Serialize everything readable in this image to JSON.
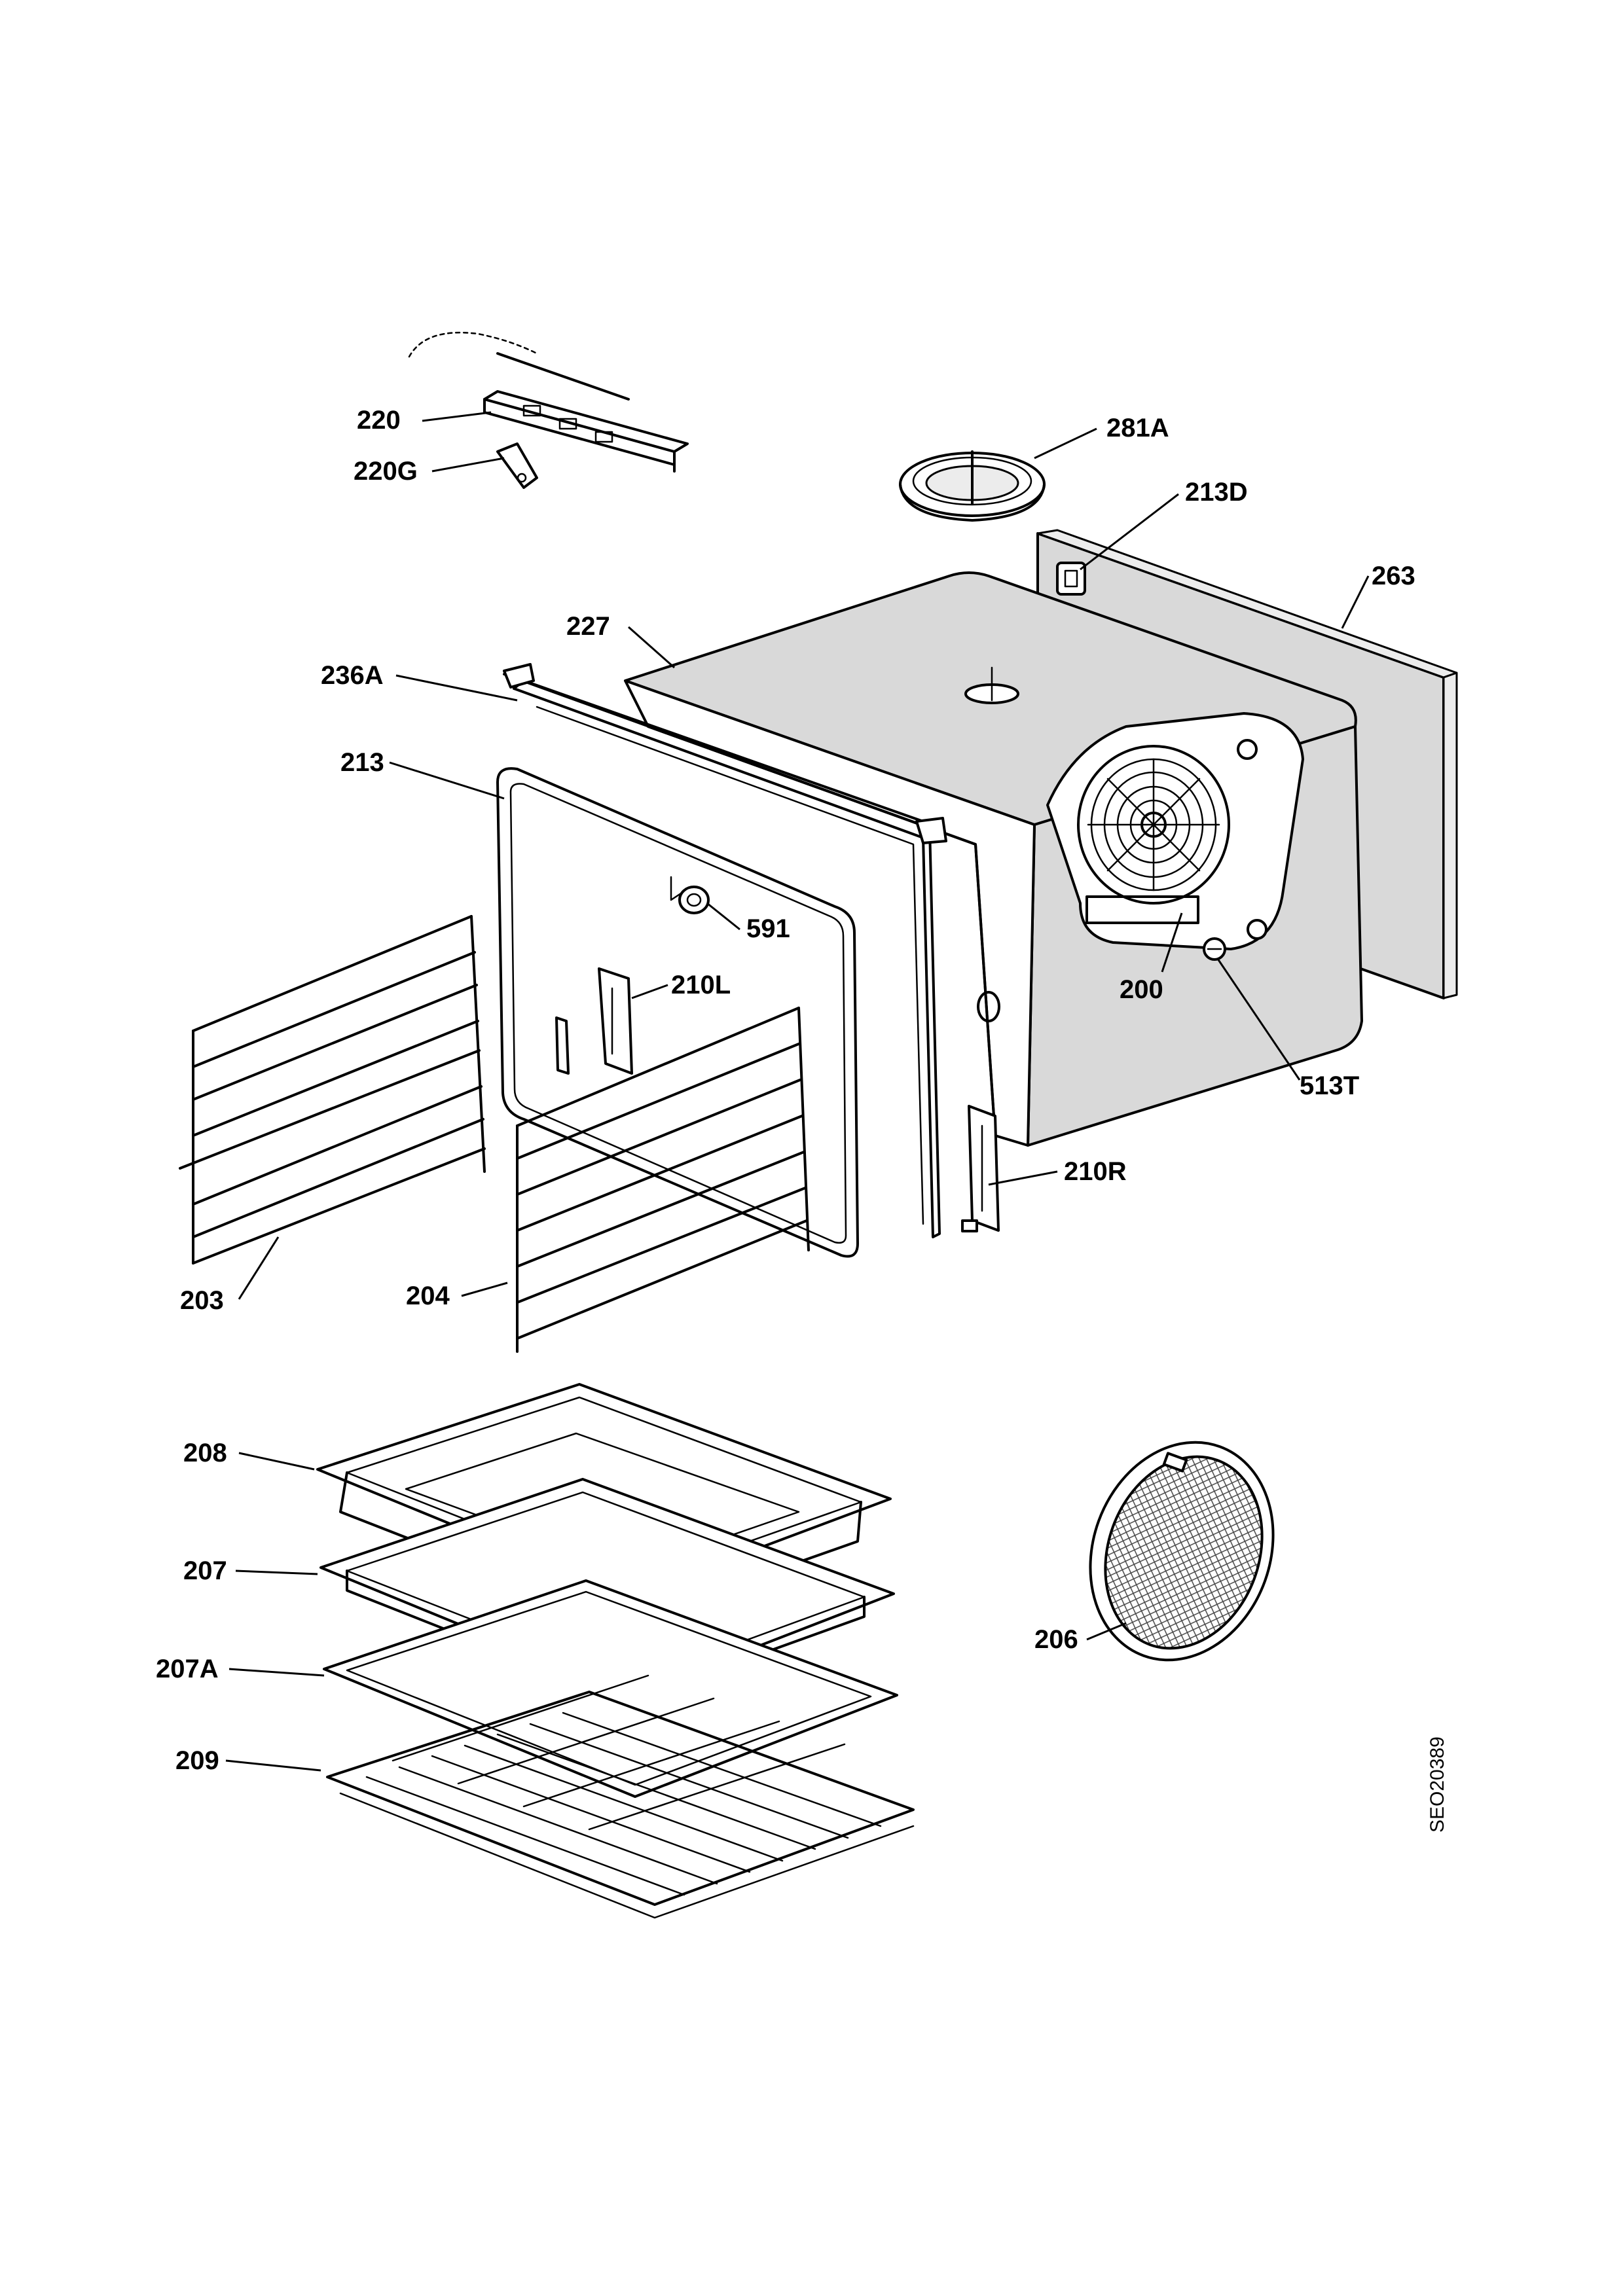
{
  "document_id": "SEO20389",
  "callouts": [
    {
      "id": "220",
      "label": "220"
    },
    {
      "id": "220G",
      "label": "220G"
    },
    {
      "id": "281A",
      "label": "281A"
    },
    {
      "id": "213D",
      "label": "213D"
    },
    {
      "id": "263",
      "label": "263"
    },
    {
      "id": "227",
      "label": "227"
    },
    {
      "id": "236A",
      "label": "236A"
    },
    {
      "id": "213",
      "label": "213"
    },
    {
      "id": "591",
      "label": "591"
    },
    {
      "id": "210L",
      "label": "210L"
    },
    {
      "id": "200",
      "label": "200"
    },
    {
      "id": "513T",
      "label": "513T"
    },
    {
      "id": "210R",
      "label": "210R"
    },
    {
      "id": "203",
      "label": "203"
    },
    {
      "id": "204",
      "label": "204"
    },
    {
      "id": "208",
      "label": "208"
    },
    {
      "id": "207",
      "label": "207"
    },
    {
      "id": "207A",
      "label": "207A"
    },
    {
      "id": "209",
      "label": "209"
    },
    {
      "id": "206",
      "label": "206"
    }
  ]
}
